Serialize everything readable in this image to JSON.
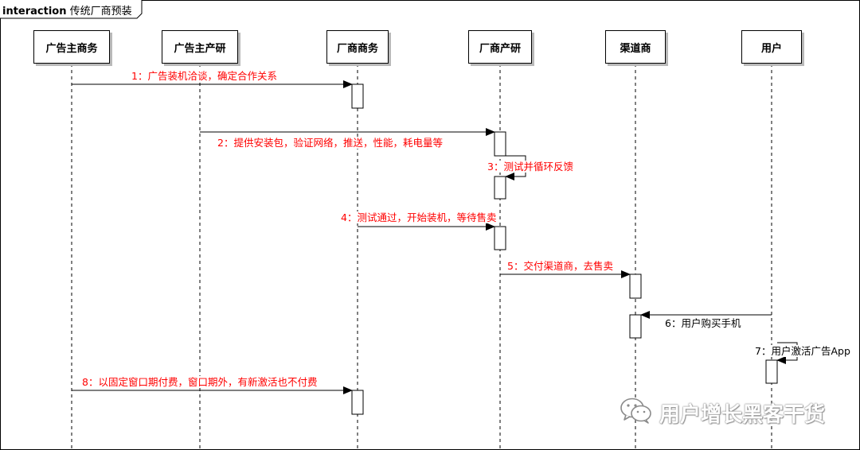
{
  "title": {
    "keyword": "interaction",
    "name": "传统厂商预装"
  },
  "participants": [
    {
      "id": "p1",
      "label": "广告主商务"
    },
    {
      "id": "p2",
      "label": "广告主产研"
    },
    {
      "id": "p3",
      "label": "厂商商务"
    },
    {
      "id": "p4",
      "label": "厂商产研"
    },
    {
      "id": "p5",
      "label": "渠道商"
    },
    {
      "id": "p6",
      "label": "用户"
    }
  ],
  "messages": [
    {
      "id": "m1",
      "label": "1：广告装机洽谈，确定合作关系",
      "from": "p1",
      "to": "p3",
      "color": "#ff0000"
    },
    {
      "id": "m2",
      "label": "2：提供安装包，验证网络，推送，性能，耗电量等",
      "from": "p2",
      "to": "p4",
      "color": "#ff0000"
    },
    {
      "id": "m3",
      "label": "3：测试并循环反馈",
      "from": "p4",
      "to": "p4",
      "color": "#ff0000"
    },
    {
      "id": "m4",
      "label": "4：测试通过，开始装机，等待售卖",
      "from": "p3",
      "to": "p4",
      "color": "#ff0000"
    },
    {
      "id": "m5",
      "label": "5：交付渠道商，去售卖",
      "from": "p4",
      "to": "p5",
      "color": "#ff0000"
    },
    {
      "id": "m6",
      "label": "6：用户购买手机",
      "from": "p6",
      "to": "p5",
      "color": "#000000"
    },
    {
      "id": "m7",
      "label": "7：用户激活广告App",
      "from": "p6",
      "to": "p6",
      "color": "#000000"
    },
    {
      "id": "m8",
      "label": "8：以固定窗口期付费，窗口期外，有新激活也不付费",
      "from": "p1",
      "to": "p3",
      "color": "#ff0000"
    }
  ],
  "watermark": {
    "text": "用户增长黑客干货",
    "icon": "wechat-icon"
  }
}
